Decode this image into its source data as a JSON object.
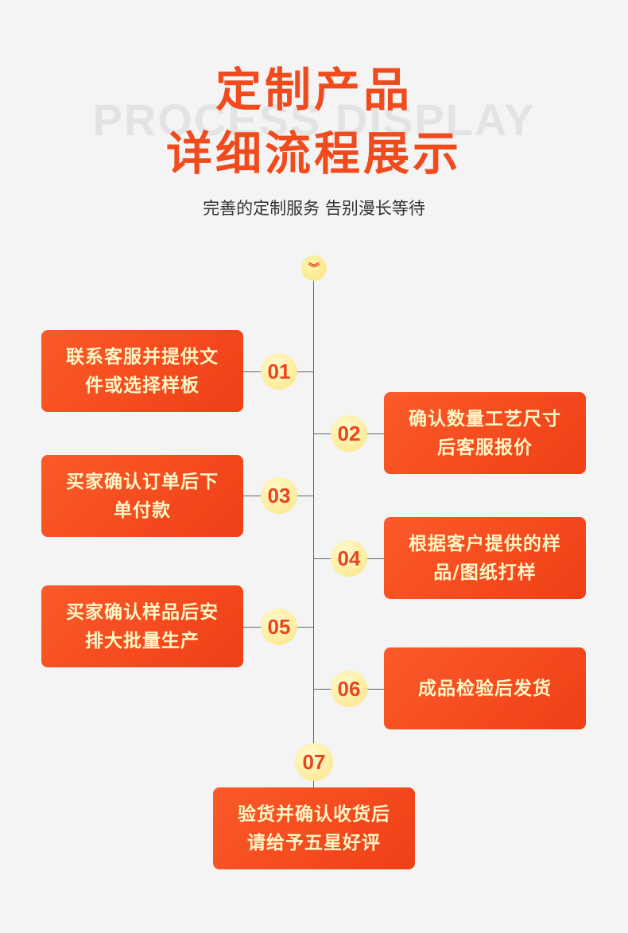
{
  "header": {
    "watermark": "PROCESS DISPLAY",
    "title_line1": "定制产品",
    "title_line2": "详细流程展示",
    "subtitle": "完善的定制服务 告别漫长等待"
  },
  "top_marker": {
    "icon": "chevron-double-down-icon",
    "glyph": "︾"
  },
  "steps": [
    {
      "number": "01",
      "text": "联系客服并提供文件或选择样板"
    },
    {
      "number": "02",
      "text": "确认数量工艺尺寸后客服报价"
    },
    {
      "number": "03",
      "text": "买家确认订单后下单付款"
    },
    {
      "number": "04",
      "text": "根据客户提供的样品/图纸打样"
    },
    {
      "number": "05",
      "text": "买家确认样品后安排大批量生产"
    },
    {
      "number": "06",
      "text": "成品检验后发货"
    },
    {
      "number": "07",
      "text": "验货并确认收货后请给予五星好评"
    }
  ],
  "colors": {
    "accent": "#f04a1d",
    "card_bg": "#f54b1f",
    "card_text": "#fff7c6",
    "badge_bg": "#fbe480",
    "background": "#f4f4f4"
  }
}
